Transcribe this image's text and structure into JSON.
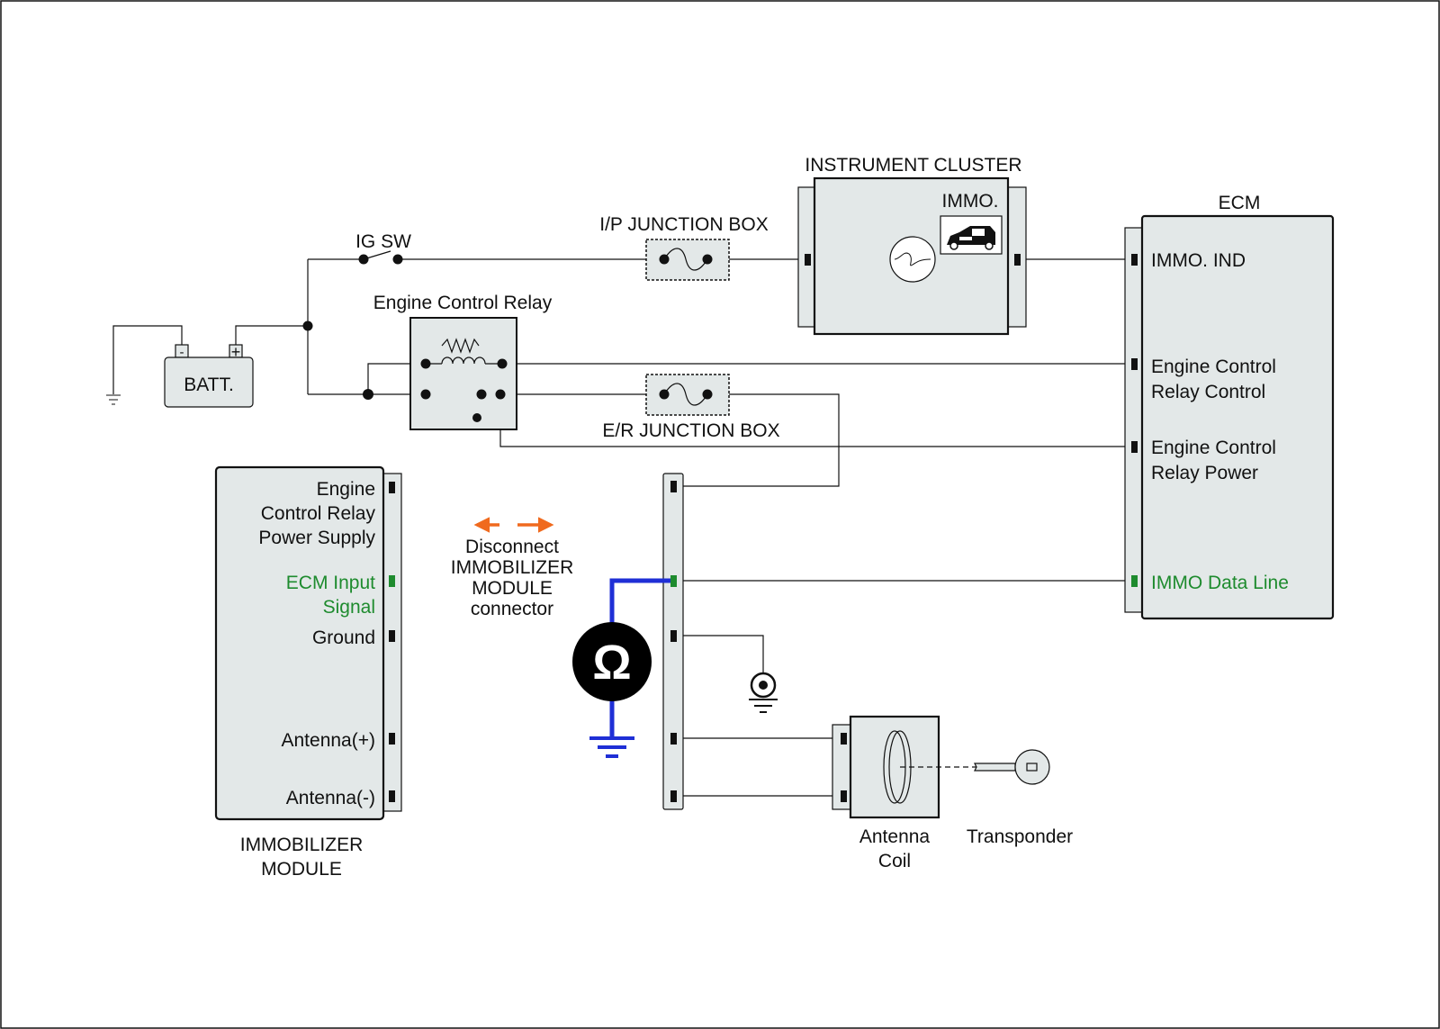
{
  "components": {
    "instrument_cluster": "INSTRUMENT CLUSTER",
    "immo_lamp": "IMMO.",
    "ecm": "ECM",
    "ip_junction_box": "I/P JUNCTION BOX",
    "ig_sw": "IG SW",
    "engine_control_relay": "Engine Control Relay",
    "battery": "BATT.",
    "battery_negative": "-",
    "battery_positive": "+",
    "er_junction_box": "E/R JUNCTION BOX",
    "immobilizer_module": [
      "IMMOBILIZER",
      "MODULE"
    ],
    "antenna_coil": [
      "Antenna",
      "Coil"
    ],
    "transponder": "Transponder"
  },
  "ecm_pins": {
    "immo_ind": "IMMO. IND",
    "relay_control": [
      "Engine Control",
      "Relay Control"
    ],
    "relay_power": [
      "Engine Control",
      "Relay Power"
    ],
    "immo_data_line": "IMMO Data Line"
  },
  "immobilizer_pins": {
    "relay_power_supply": [
      "Engine",
      "Control Relay",
      "Power Supply"
    ],
    "ecm_input_signal": [
      "ECM Input",
      "Signal"
    ],
    "ground": "Ground",
    "antenna_plus": "Antenna(+)",
    "antenna_minus": "Antenna(-)"
  },
  "instruction": [
    "Disconnect",
    "IMMOBILIZER",
    "MODULE",
    "connector"
  ],
  "meter_symbol": "Ω",
  "colors": {
    "highlight_signal": "#1e8b2e",
    "meter_lead": "#1f2fd6",
    "disconnect_arrow": "#f06a1e",
    "component_fill": "#e3e8e8"
  }
}
